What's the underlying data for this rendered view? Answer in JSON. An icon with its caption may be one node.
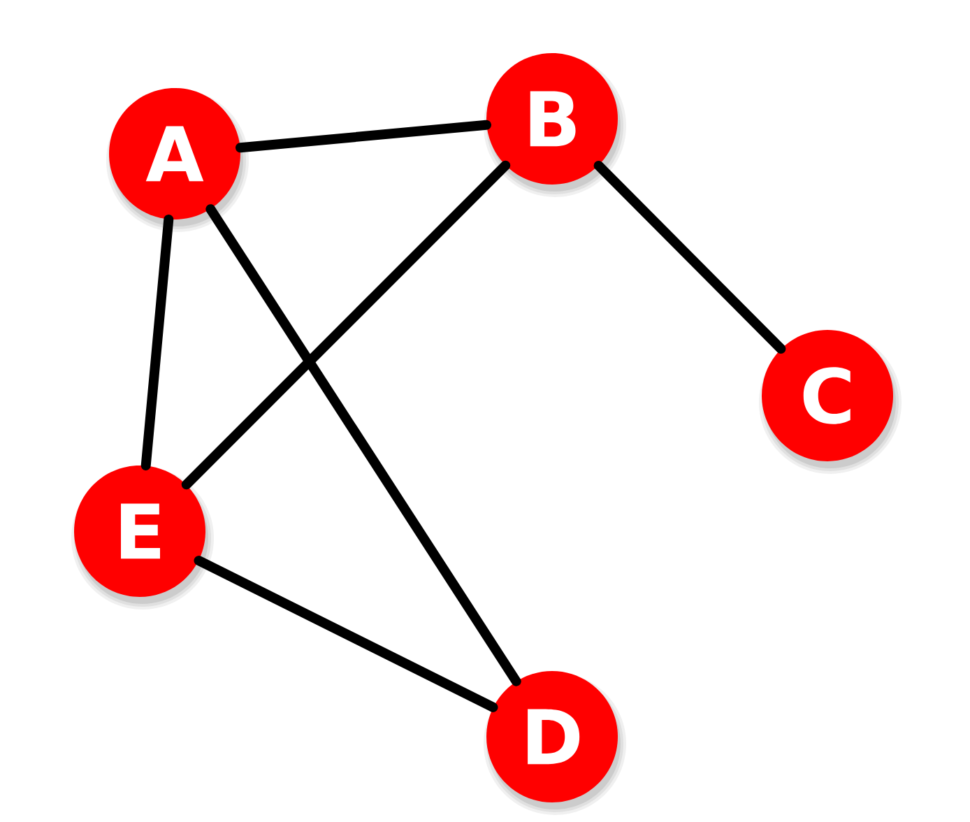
{
  "diagram": {
    "nodes": [
      {
        "text": [
          "A"
        ]
      },
      {
        "text": [
          "B"
        ]
      },
      {
        "text": [
          "C"
        ]
      },
      {
        "text": [
          "D"
        ]
      },
      {
        "text": [
          "E"
        ]
      }
    ],
    "edges": [
      {
        "from": 0,
        "to": 1,
        "arrow": "none"
      },
      {
        "from": 0,
        "to": 4,
        "arrow": "none"
      },
      {
        "from": 0,
        "to": 3,
        "arrow": "none"
      },
      {
        "from": 1,
        "to": 4,
        "arrow": "none"
      },
      {
        "from": 1,
        "to": 2,
        "arrow": "none"
      },
      {
        "from": 4,
        "to": 3,
        "arrow": "none"
      }
    ]
  }
}
